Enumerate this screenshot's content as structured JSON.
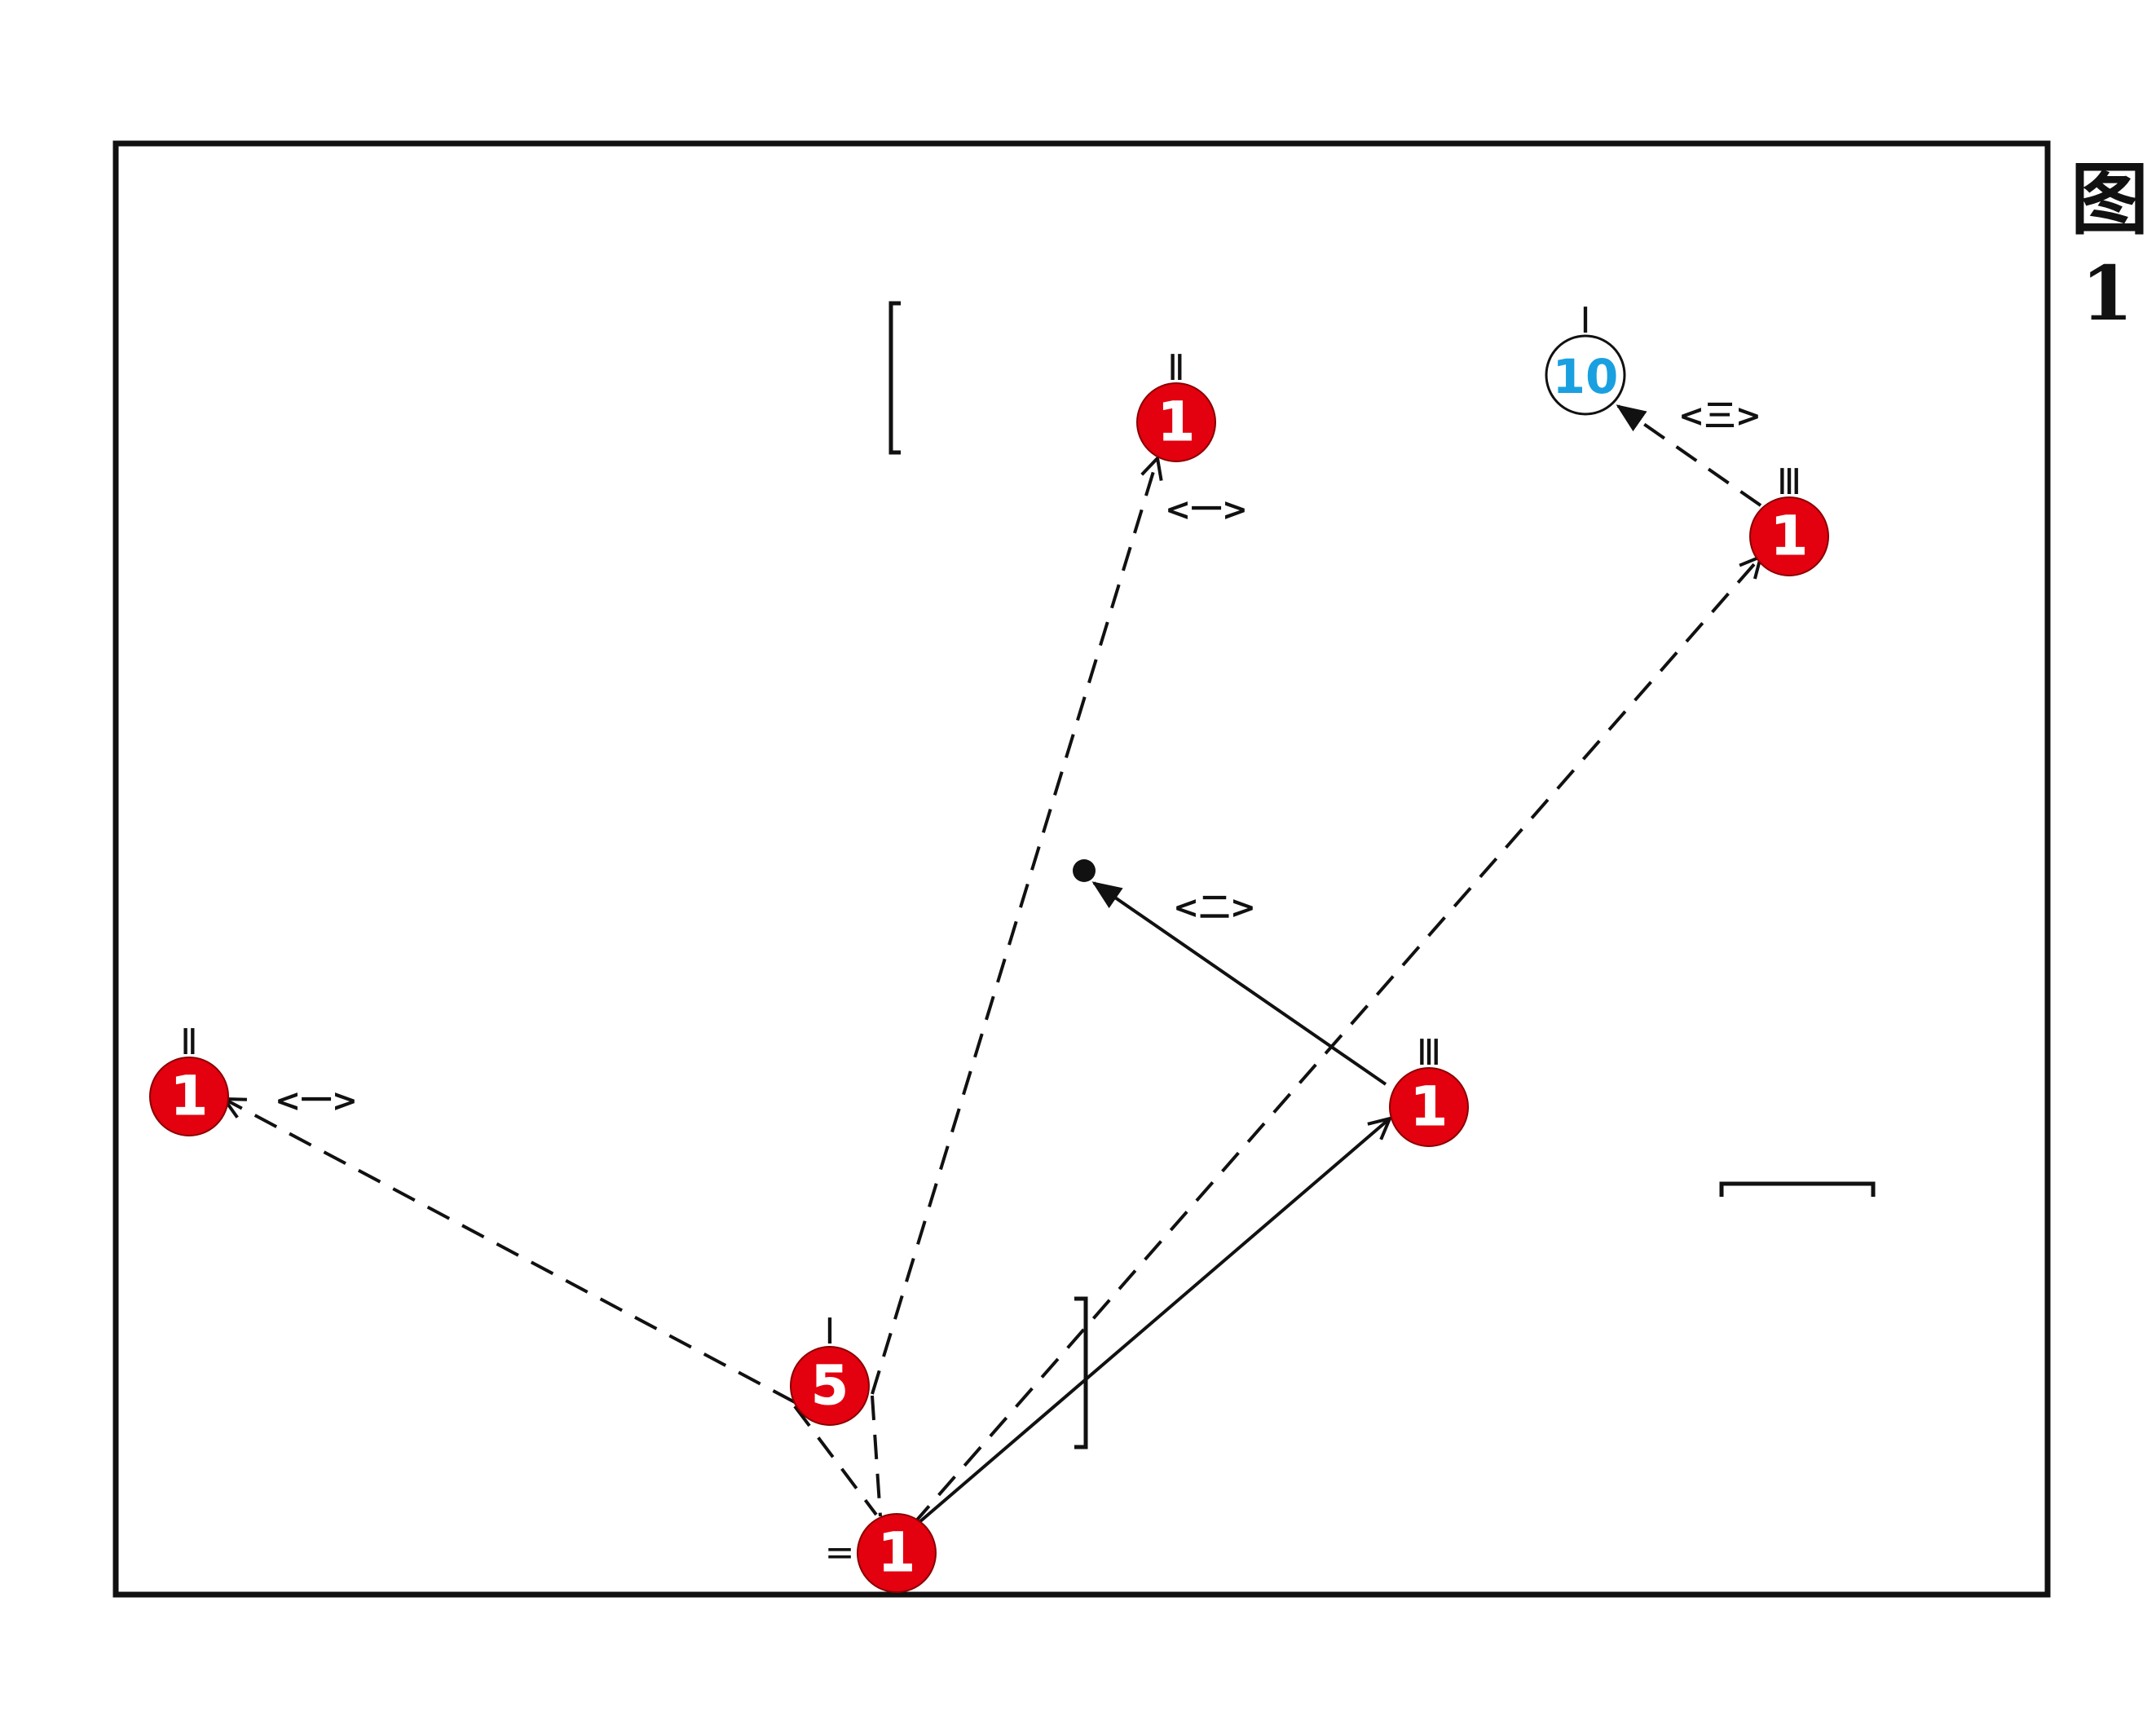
{
  "caption": {
    "word": "图",
    "number": "1"
  },
  "colors": {
    "player_fill": "#e3000f",
    "player_text": "#ffffff",
    "target_fill": "#ffffff",
    "target_text": "#1aa0e0",
    "stroke": "#111111"
  },
  "players": [
    {
      "id": "p1",
      "number": "1",
      "marker": "Ⅱ",
      "marker_side": "top"
    },
    {
      "id": "p2",
      "number": "1",
      "marker": "Ⅲ",
      "marker_side": "top"
    },
    {
      "id": "p3",
      "number": "1",
      "marker": "Ⅱ",
      "marker_side": "top"
    },
    {
      "id": "p4",
      "number": "1",
      "marker": "Ⅲ",
      "marker_side": "top"
    },
    {
      "id": "p5",
      "number": "5",
      "marker": "Ⅰ",
      "marker_side": "top"
    },
    {
      "id": "p6",
      "number": "1",
      "marker": "=",
      "marker_side": "left"
    },
    {
      "id": "p7",
      "number": "10",
      "marker": "Ⅰ",
      "marker_side": "top",
      "variant": "target"
    }
  ],
  "move_labels": [
    {
      "id": "l1",
      "text": "<一>"
    },
    {
      "id": "l2",
      "text": "<三>"
    },
    {
      "id": "l3",
      "text": "<二>"
    },
    {
      "id": "l4",
      "text": "<一>"
    }
  ],
  "ball": {
    "present": true
  },
  "lines": [
    {
      "id": "d1",
      "style": "dashed",
      "head": "open"
    },
    {
      "id": "d2",
      "style": "dashed",
      "head": "open"
    },
    {
      "id": "d3",
      "style": "dashed",
      "head": "open"
    },
    {
      "id": "d4",
      "style": "dashed",
      "head": "none"
    },
    {
      "id": "d5",
      "style": "dashed",
      "head": "none"
    },
    {
      "id": "d6",
      "style": "dashed",
      "head": "filled"
    },
    {
      "id": "s1",
      "style": "solid",
      "head": "open"
    },
    {
      "id": "s2",
      "style": "solid",
      "head": "filled"
    }
  ],
  "cones": [
    {
      "id": "c1",
      "orientation": "vertical-left"
    },
    {
      "id": "c2",
      "orientation": "vertical-right"
    },
    {
      "id": "c3",
      "orientation": "horizontal-top"
    }
  ]
}
